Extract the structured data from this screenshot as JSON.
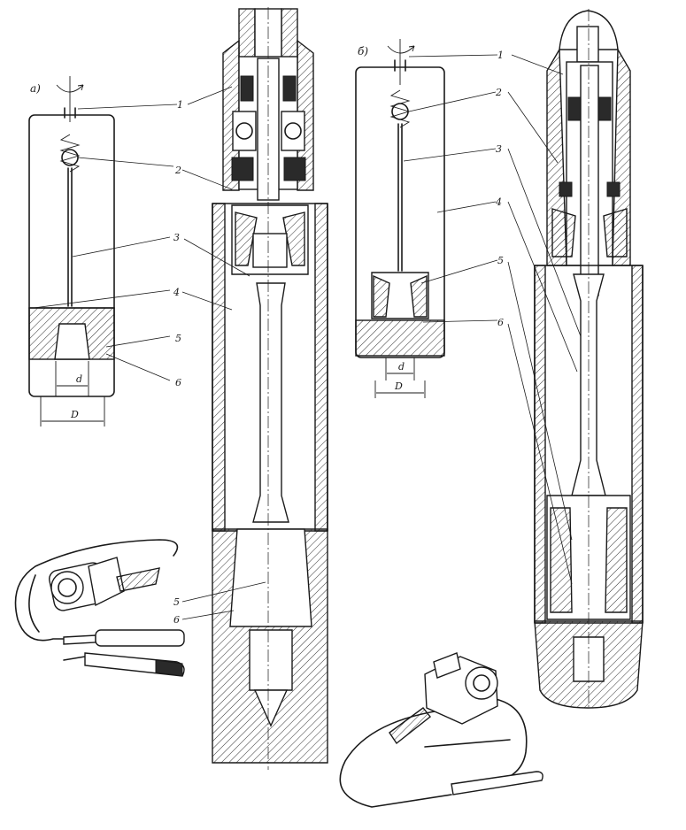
{
  "panels": {
    "a": {
      "tag": "a)"
    },
    "b": {
      "tag": "б)"
    }
  },
  "callouts": [
    "1",
    "2",
    "3",
    "4",
    "5",
    "6"
  ],
  "dimensions": {
    "inner": "d",
    "outer": "D"
  }
}
